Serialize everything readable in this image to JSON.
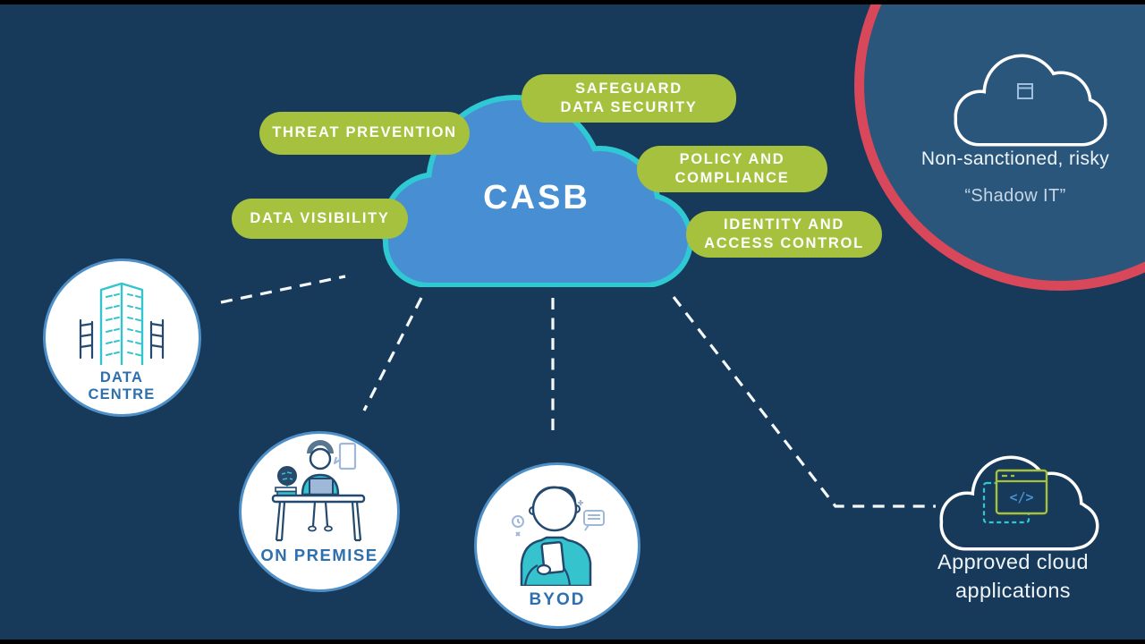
{
  "colors": {
    "bg": "#183a5a",
    "pill-green": "#a6c13d",
    "cloud-blue": "#478fd2",
    "cloud-cyan": "#2fc9d4",
    "ring-red": "#d8485a",
    "zone-fill": "#2b567b",
    "label-blue": "#2e6fae",
    "teal": "#35c4ce",
    "navy-stroke": "#23496e",
    "dash-white": "#f5f9fc"
  },
  "casb": {
    "label": "CASB",
    "icon": "casb-cloud-icon"
  },
  "pills": [
    {
      "line1": "SAFEGUARD",
      "line2": "DATA SECURITY"
    },
    {
      "line1": "THREAT PREVENTION",
      "line2": ""
    },
    {
      "line1": "POLICY AND",
      "line2": "COMPLIANCE"
    },
    {
      "line1": "DATA VISIBILITY",
      "line2": ""
    },
    {
      "line1": "IDENTITY AND",
      "line2": "ACCESS CONTROL"
    }
  ],
  "shadow_zone": {
    "title": "Non-sanctioned, risky",
    "subtitle": "“Shadow IT”",
    "icon": "shadow-cloud-icon"
  },
  "nodes": {
    "data_centre": {
      "line1": "DATA",
      "line2": "CENTRE",
      "icon": "building-icon"
    },
    "on_premise": {
      "label": "ON PREMISE",
      "icon": "person-at-desk-icon"
    },
    "byod": {
      "label": "BYOD",
      "icon": "person-with-phone-icon"
    }
  },
  "approved": {
    "line1": "Approved cloud",
    "line2": "applications",
    "icon": "code-app-cloud-icon"
  }
}
